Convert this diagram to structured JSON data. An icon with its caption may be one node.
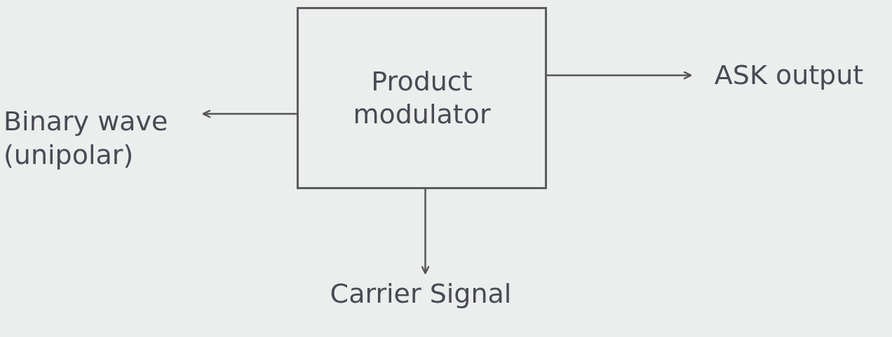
{
  "diagram": {
    "nodes": [
      {
        "text": [
          "Product modulator"
        ]
      },
      {
        "text": [
          "Binary wave (unipolar)"
        ]
      },
      {
        "text": [
          "ASK output"
        ]
      },
      {
        "text": [
          "Carrier Signal"
        ]
      }
    ],
    "edges": [
      {
        "from": 0,
        "to": 1,
        "arrow": "to"
      },
      {
        "from": 0,
        "to": 2,
        "arrow": "to"
      },
      {
        "from": 0,
        "to": 3,
        "arrow": "to"
      }
    ]
  }
}
